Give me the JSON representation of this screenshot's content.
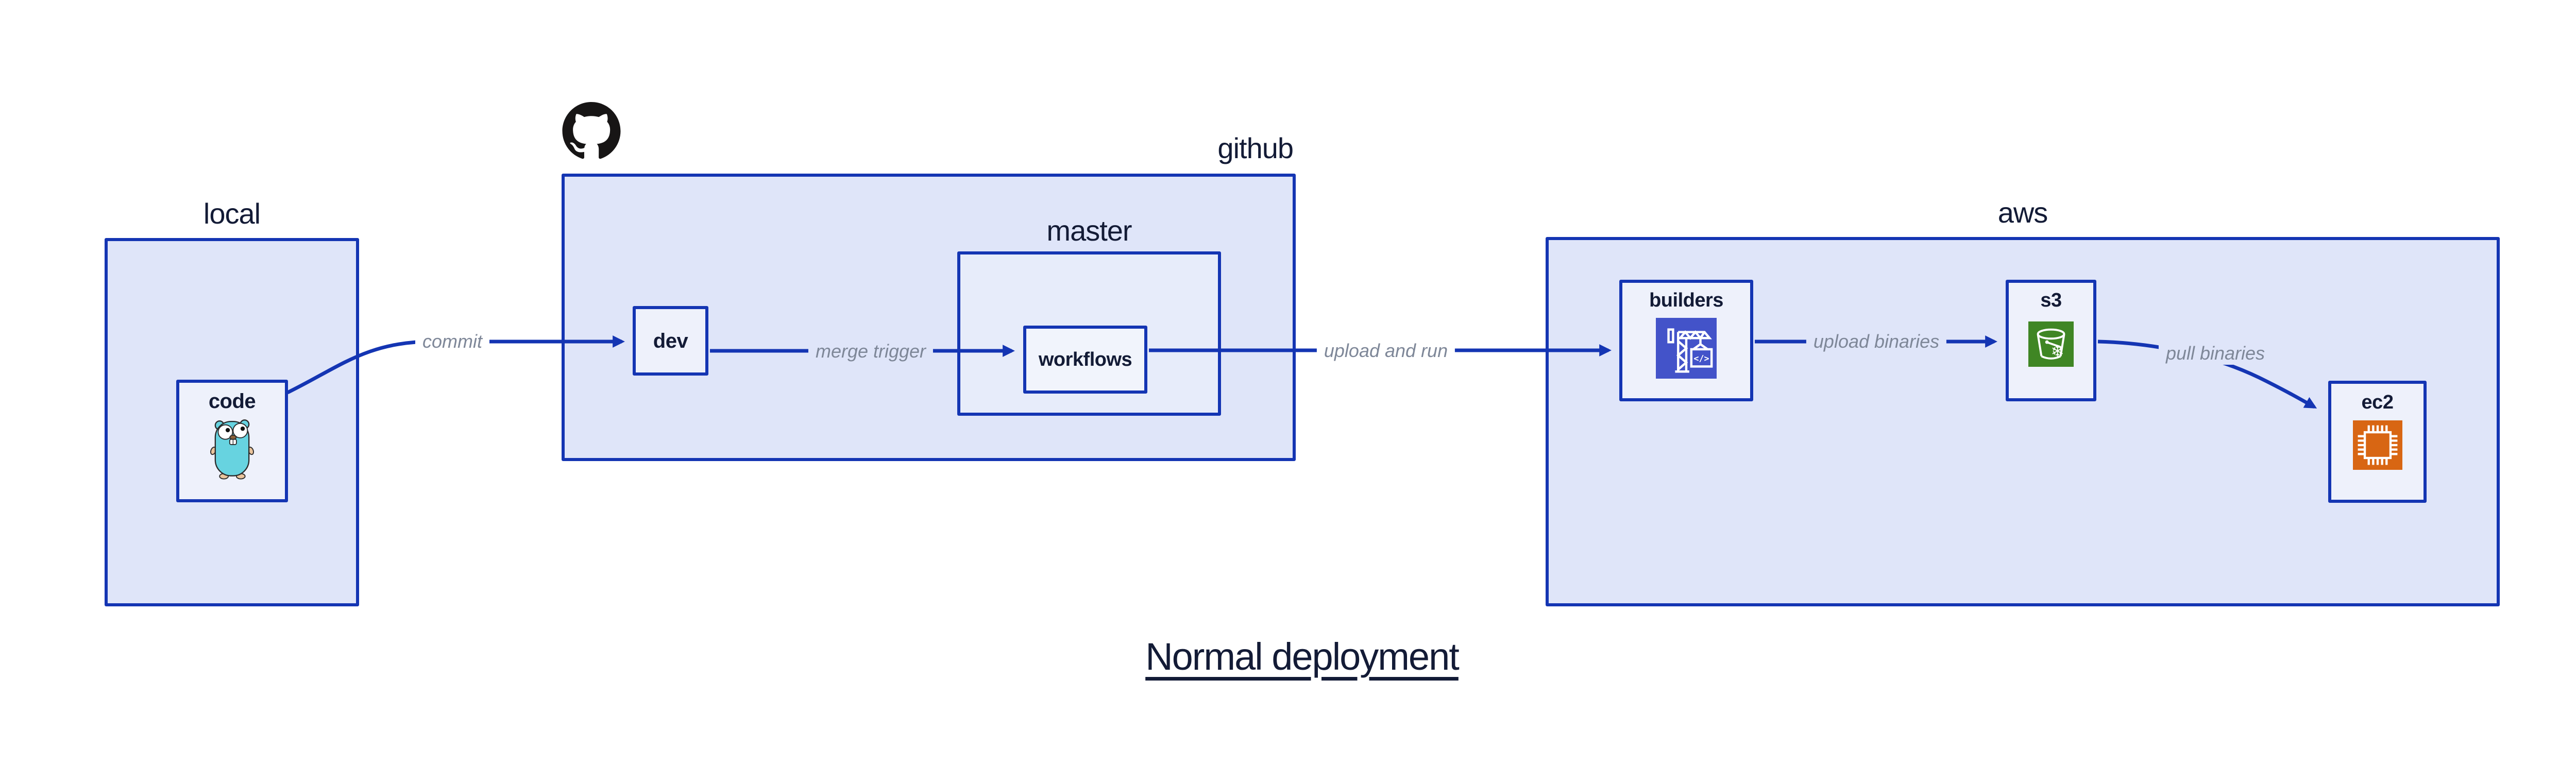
{
  "diagram_title": "Normal deployment",
  "groups": {
    "local": {
      "label": "local"
    },
    "github": {
      "label": "github",
      "logo_icon": "github-octocat-icon"
    },
    "master": {
      "label": "master"
    },
    "aws": {
      "label": "aws"
    }
  },
  "nodes": {
    "code": {
      "label": "code",
      "icon": "go-gopher-icon"
    },
    "dev": {
      "label": "dev"
    },
    "workflows": {
      "label": "workflows"
    },
    "builders": {
      "label": "builders",
      "icon": "aws-codebuild-crane-icon"
    },
    "s3": {
      "label": "s3",
      "icon": "aws-s3-glacier-bucket-icon"
    },
    "ec2": {
      "label": "ec2",
      "icon": "aws-ec2-chip-icon"
    }
  },
  "edges": [
    {
      "from": "code",
      "to": "dev",
      "label": "commit"
    },
    {
      "from": "dev",
      "to": "workflows",
      "label": "merge trigger"
    },
    {
      "from": "workflows",
      "to": "builders",
      "label": "upload and run"
    },
    {
      "from": "builders",
      "to": "s3",
      "label": "upload binaries"
    },
    {
      "from": "s3",
      "to": "ec2",
      "label": "pull binaries"
    }
  ],
  "colors": {
    "accent_blue": "#1435b3",
    "container_fill": "#dfe5f9",
    "node_fill": "#eef1fb",
    "master_fill": "#e7ecfa",
    "workflows_fill": "#f1f4fc",
    "edge_label_gray": "#7e8798",
    "text_navy": "#131b36",
    "octocat_black": "#171515",
    "codebuild_indigo": "#4353c9",
    "s3_green": "#3f8624",
    "ec2_orange": "#d86613",
    "gopher_teal": "#67d3e0"
  }
}
